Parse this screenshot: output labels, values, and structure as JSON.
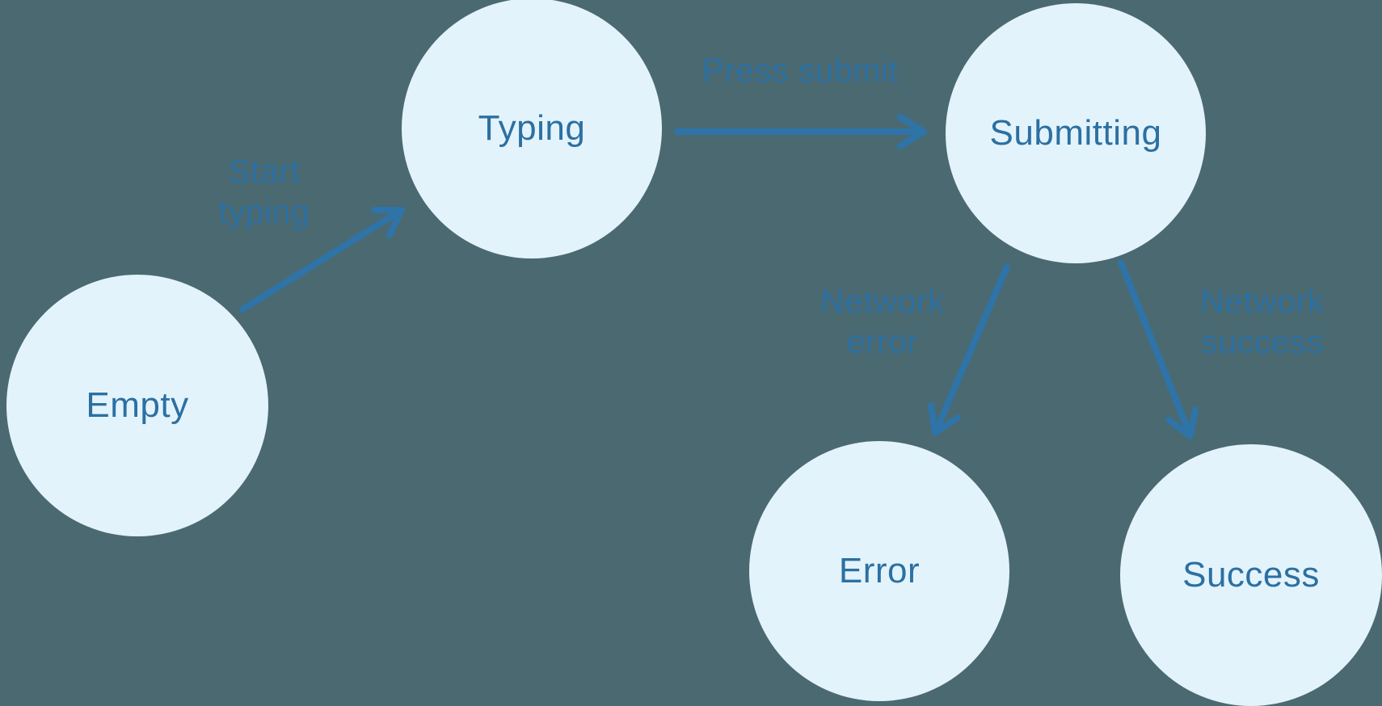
{
  "diagram": {
    "type": "state-machine",
    "nodes": [
      {
        "id": "empty",
        "label": "Empty"
      },
      {
        "id": "typing",
        "label": "Typing"
      },
      {
        "id": "submitting",
        "label": "Submitting"
      },
      {
        "id": "error",
        "label": "Error"
      },
      {
        "id": "success",
        "label": "Success"
      }
    ],
    "edges": [
      {
        "from": "empty",
        "to": "typing",
        "label": "Start typing"
      },
      {
        "from": "typing",
        "to": "submitting",
        "label": "Press submit"
      },
      {
        "from": "submitting",
        "to": "error",
        "label": "Network error"
      },
      {
        "from": "submitting",
        "to": "success",
        "label": "Network success"
      }
    ],
    "colors": {
      "background": "#4B6971",
      "node_fill": "#E3F3FC",
      "node_text": "#2C70A1",
      "edge_line": "#2E74A8",
      "edge_label_text": "#2C70A1"
    }
  }
}
